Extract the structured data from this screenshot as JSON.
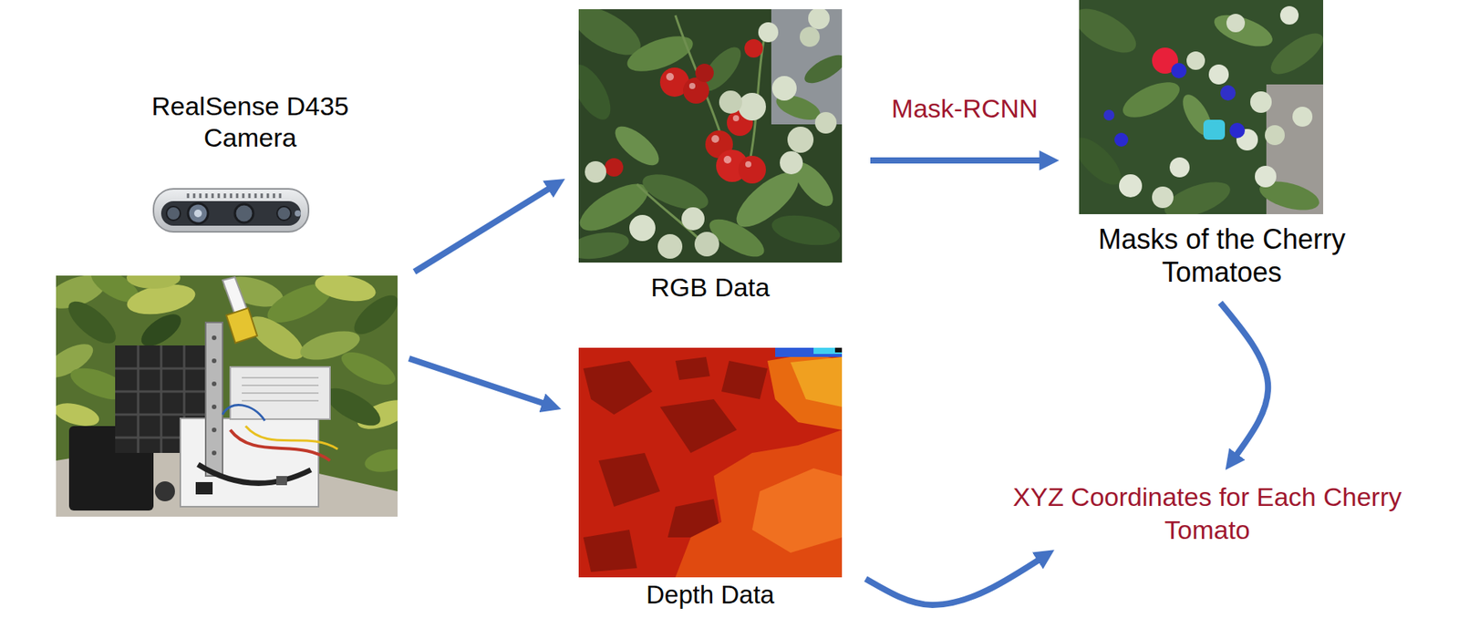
{
  "diagram": {
    "nodes": [
      {
        "text": [
          "RealSense D435 Camera"
        ]
      },
      {
        "text": [
          "RGB Data"
        ]
      },
      {
        "text": [
          "Masks of the Cherry Tomatoes"
        ]
      },
      {
        "text": [
          "Depth Data"
        ]
      },
      {
        "text": [
          "XYZ Coordinates for Each Cherry Tomato"
        ]
      }
    ],
    "edges": [
      {
        "from": 0,
        "to": 1,
        "arrow": "to"
      },
      {
        "from": 0,
        "to": 3,
        "arrow": "to"
      },
      {
        "from": 1,
        "to": 2,
        "label": "Mask-RCNN",
        "arrow": "to"
      },
      {
        "from": 2,
        "to": 4,
        "arrow": "to"
      },
      {
        "from": 3,
        "to": 4,
        "arrow": "to"
      }
    ]
  }
}
